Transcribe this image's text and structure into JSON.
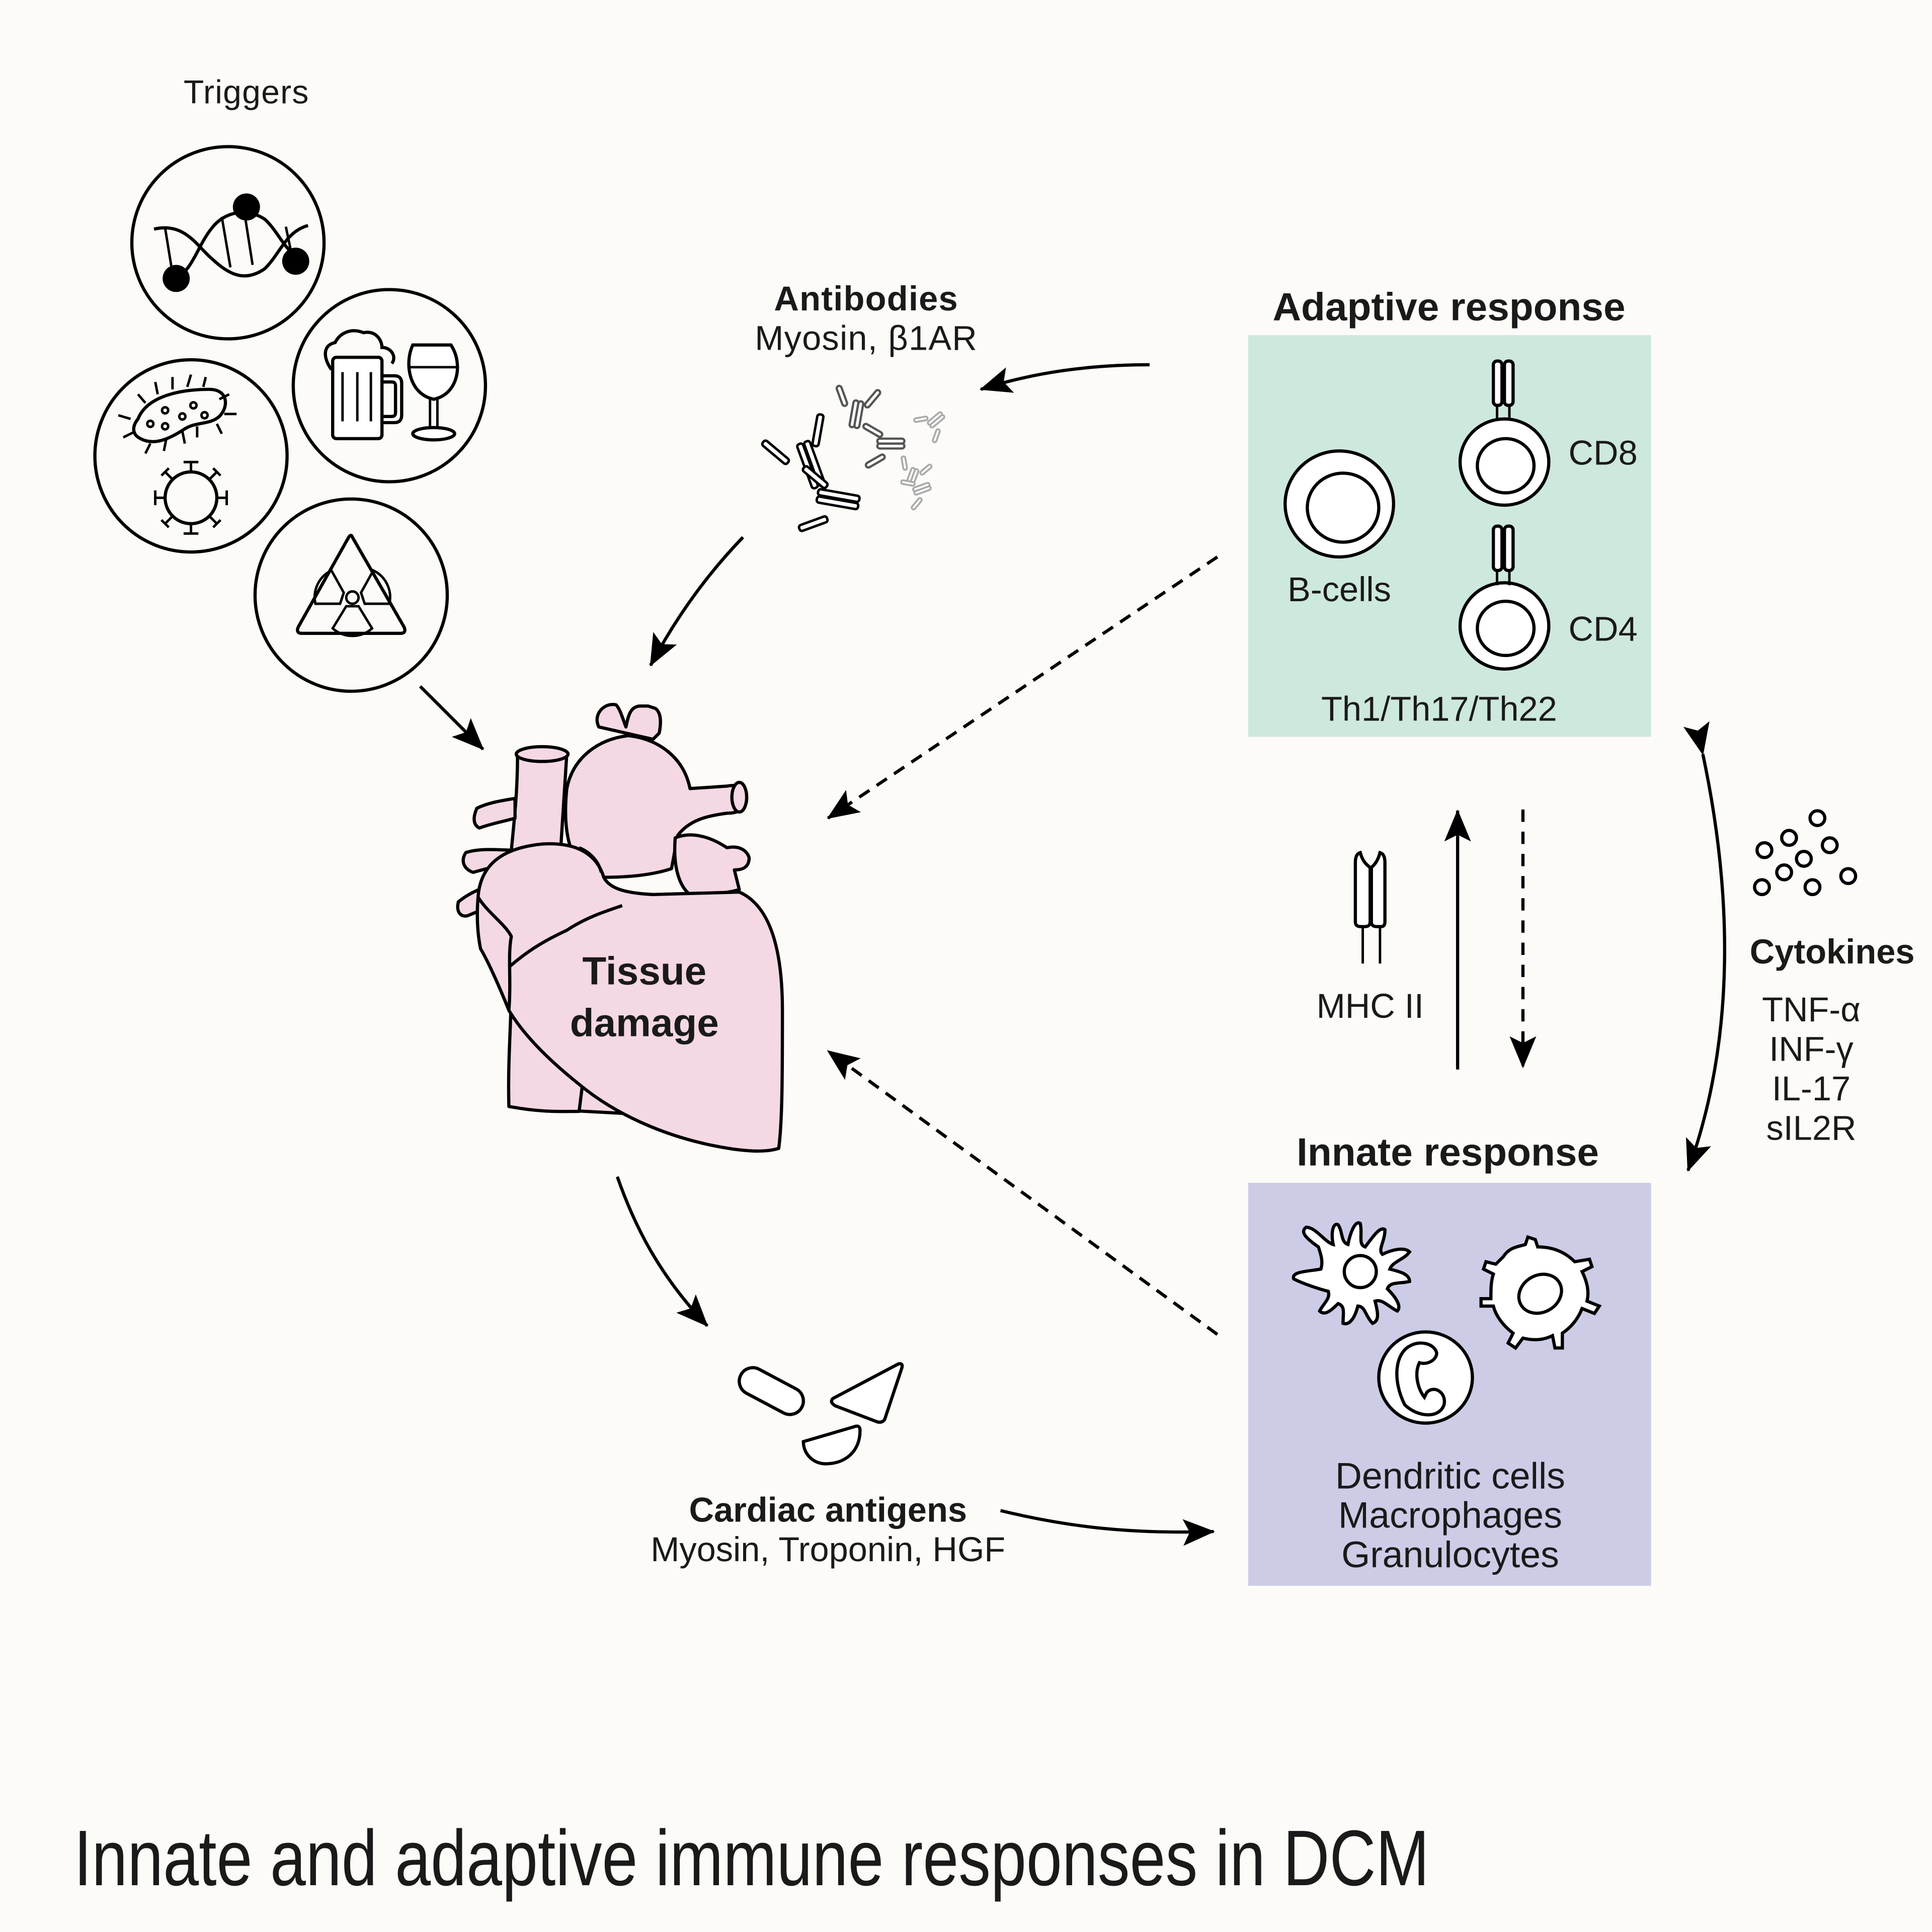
{
  "title": "Innate and adaptive immune responses in DCM",
  "colors": {
    "background": "#fcfbf7",
    "adaptive_box": "#cde8dc",
    "innate_box": "#cccce6",
    "heart_fill": "#f4d8e4",
    "ink": "#000000"
  },
  "triggers": {
    "label": "Triggers",
    "items": [
      {
        "icon": "dna-icon",
        "meaning": "genetic"
      },
      {
        "icon": "beer-wine-icon",
        "meaning": "alcohol"
      },
      {
        "icon": "bacteria-virus-icon",
        "meaning": "infection"
      },
      {
        "icon": "radiation-icon",
        "meaning": "toxins/radiation"
      }
    ]
  },
  "antibodies": {
    "heading": "Antibodies",
    "detail": "Myosin, β1AR"
  },
  "heart": {
    "line1": "Tissue",
    "line2": "damage"
  },
  "adaptive": {
    "heading": "Adaptive response",
    "b_cells": "B-cells",
    "cd8": "CD8",
    "cd4": "CD4",
    "subtypes": "Th1/Th17/Th22"
  },
  "innate": {
    "heading": "Innate response",
    "cells": [
      "Dendritic cells",
      "Macrophages",
      "Granulocytes"
    ]
  },
  "mhc": {
    "label": "MHC II"
  },
  "cytokines": {
    "heading": "Cytokines",
    "items": [
      "TNF-α",
      "INF-γ",
      "IL-17",
      "sIL2R"
    ]
  },
  "cardiac_antigens": {
    "heading": "Cardiac antigens",
    "detail": "Myosin, Troponin, HGF"
  }
}
